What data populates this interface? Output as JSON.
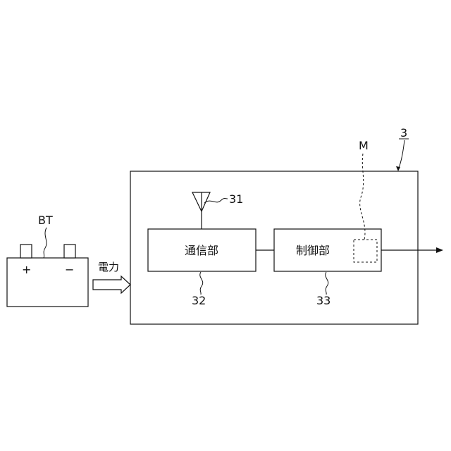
{
  "device": {
    "ref": "3"
  },
  "antenna": {
    "ref": "31"
  },
  "communication_unit": {
    "label": "通信部",
    "ref": "32"
  },
  "control_unit": {
    "label": "制御部",
    "ref": "33"
  },
  "memory": {
    "ref": "M"
  },
  "battery": {
    "ref": "BT",
    "plus": "+",
    "minus": "−"
  },
  "power_label": "電力"
}
